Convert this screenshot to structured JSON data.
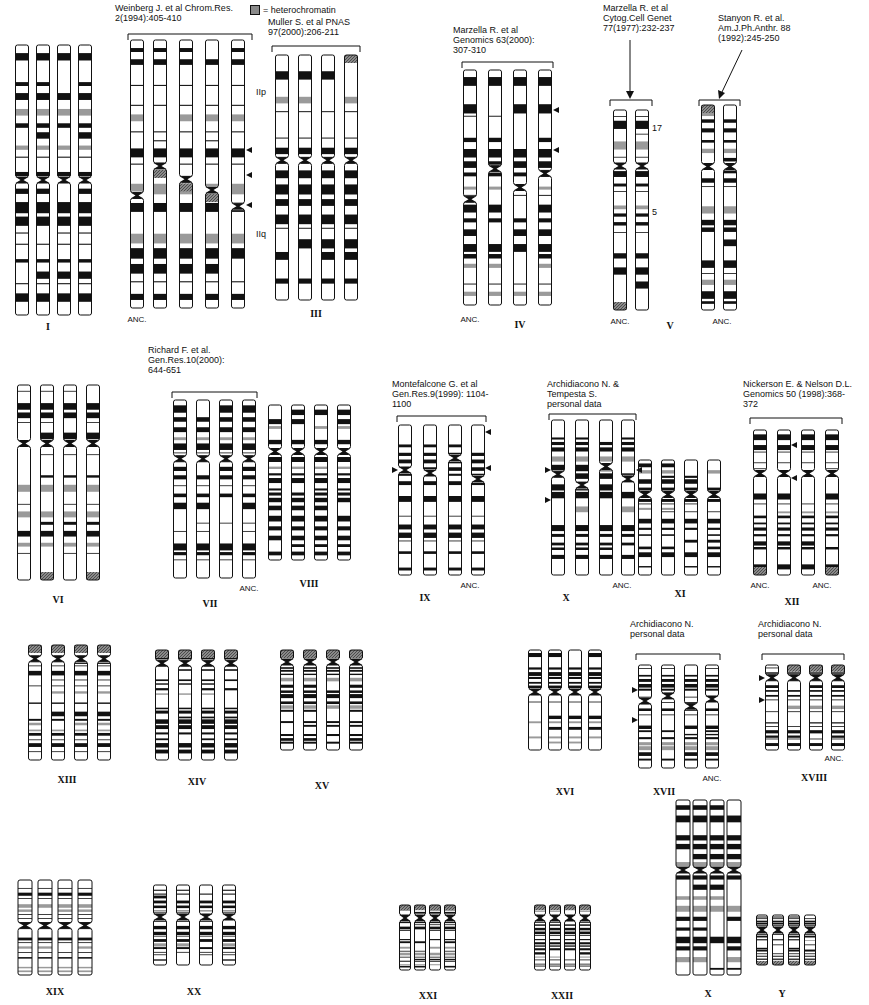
{
  "diagram": {
    "labels": [
      "Weinberg J. et al Chrom.Res. 2(1994):405-410",
      "Muller S. et al PNAS 97(2000):206-211",
      "Marzella R. et al Genomics 63(2000): 307-310",
      "Marzella R. et al Cytog.Cell Genet 77(1977):232-237",
      "Stanyon R. et al. Am.J.Ph.Anthr. 88 (1992):245-250",
      "IIp",
      "IIq",
      "17",
      "5",
      "I",
      "ANC.",
      "ANC.",
      "III",
      "IV",
      "ANC.",
      "V",
      "ANC.",
      "Richard F. et al. Gen.Res.10(2000): 644-651",
      "Montefalcone G. et al Gen.Res.9(1999): 1104-1100",
      "Archidiacono N. & Tempesta S. personal data",
      "Nickerson E. & Nelson D.L. Genomics 50 (1998):368-372",
      "VI",
      "ANC.",
      "VII",
      "VIII",
      "ANC.",
      "IX",
      "ANC.",
      "X",
      "XI",
      "ANC.",
      "ANC.",
      "XII",
      "Archidiacono N. personal data",
      "Archidiacono N. personal data",
      "XIII",
      "XIV",
      "XV",
      "XVI",
      "ANC.",
      "XVII",
      "ANC.",
      "XVIII",
      "XIX",
      "XX",
      "XXI",
      "XXII",
      "X",
      "Y"
    ],
    "legend": [
      {
        "text": "= heterochromatin",
        "color": "#8a8a8a"
      }
    ]
  }
}
